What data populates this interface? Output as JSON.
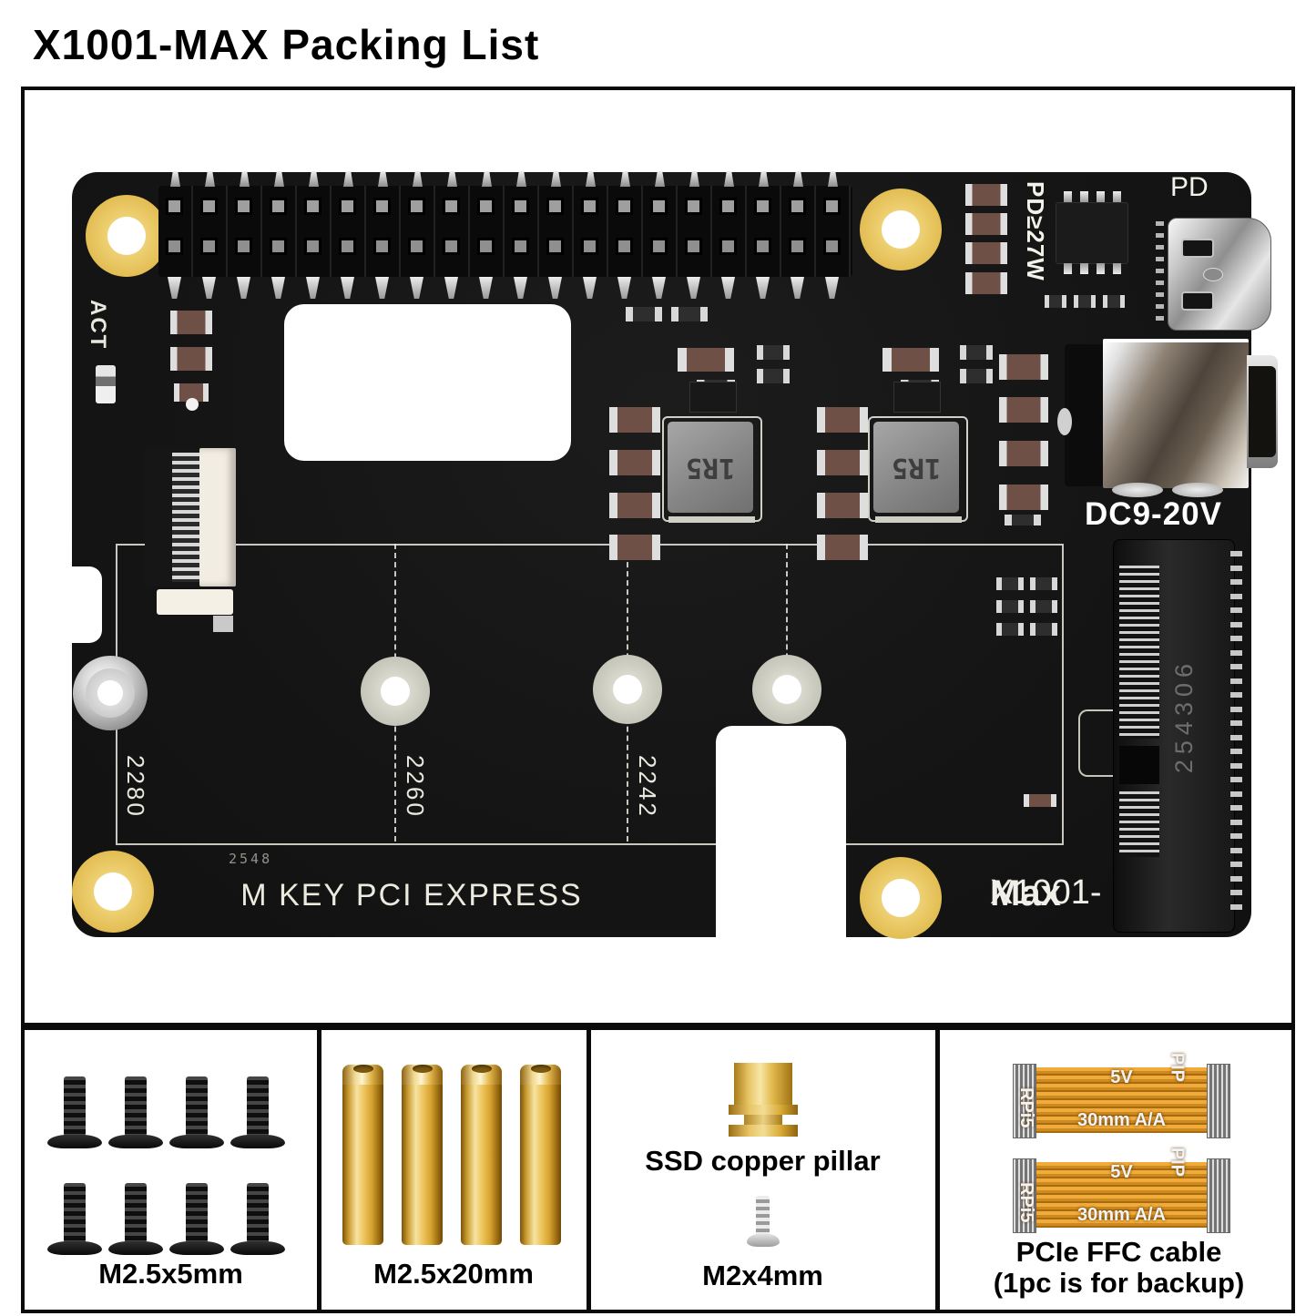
{
  "title": "X1001-MAX Packing List",
  "board": {
    "act_label": "ACT",
    "pd_power_label": "PD≥27W",
    "pd_label": "PD",
    "dc_label": "DC9-20V",
    "mkey_label": "M KEY PCI EXPRESS",
    "model_prefix": "X1001-",
    "model_suffix": "Max",
    "date_code": "2548",
    "m2_serial": "254306",
    "inductor_marking": "1R5",
    "standoff_2280": "2280",
    "standoff_2260": "2260",
    "standoff_2242": "2242"
  },
  "accessories": {
    "screws": {
      "label": "M2.5x5mm",
      "count": 8
    },
    "standoffs": {
      "label": "M2.5x20mm",
      "count": 4
    },
    "pillar": {
      "label": "SSD copper pillar",
      "screw_label": "M2x4mm"
    },
    "cables": {
      "label_line1": "PCIe FFC cable",
      "label_line2": "(1pc is for backup)",
      "count": 2,
      "texts": {
        "top": "5V",
        "left": "RPi5",
        "right": "PIP",
        "bottom": "30mm A/A"
      }
    }
  },
  "colors": {
    "board": "#151515",
    "silkscreen": "#e8e8de",
    "mount_ring": "#e8c964",
    "gold": "#e3bb4e",
    "cable_orange": "#d9941f"
  }
}
